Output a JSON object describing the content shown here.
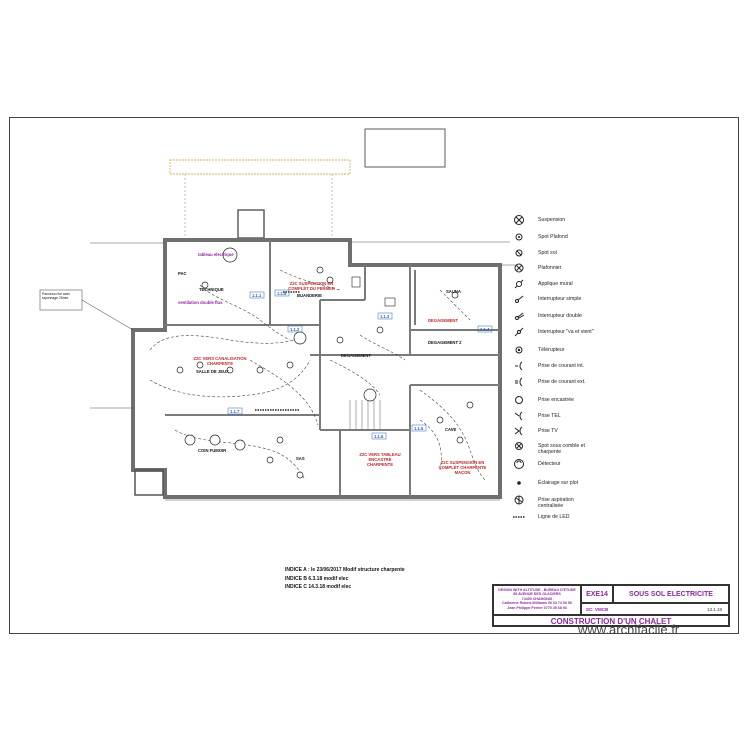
{
  "rooms": {
    "tableau": "tableau electrique",
    "pac": "PAC",
    "technique": "TECHNIQUE",
    "ventilation": "ventilation double flux",
    "buanderie": "BUANDERIE",
    "buanderie_note": "Z2C SUSPENSION EN COMPLÉT DU FERMER",
    "sauna": "SAUNA",
    "degagement1": "DEGAGEMENT",
    "degagement2": "DEGAGEMENT 2",
    "salle_de_jeux": "SALLE DE JEUX",
    "salle_note": "Z2C VERS CANALISATION CHARPENTE",
    "coin_fumoir": "COIN FUMOIR",
    "sas": "SAS",
    "cave": "CAVE",
    "cave_note": "Z2C SUSPENSION EN COMPLÉT CHARPENTE MAÇON",
    "sas_note": "Z2C VERS TABLEAU ENCASTRÉ CHARPENTE",
    "wall_note": "Panneau rive avec rayonnage 25mm"
  },
  "circuit_tags": [
    "1.1.1",
    "1.1.2",
    "1.1.3",
    "1.1.4",
    "1.1.5",
    "1.1.6",
    "1.1.7",
    "1.1.8"
  ],
  "legend": [
    {
      "icon": "suspension-icon",
      "label": "Suspension"
    },
    {
      "icon": "spot-plafond-icon",
      "label": "Spot Plafond"
    },
    {
      "icon": "spot-sol-icon",
      "label": "Spot sol"
    },
    {
      "icon": "plafonnier-icon",
      "label": "Plafonnier"
    },
    {
      "icon": "applique-icon",
      "label": "Applique mural"
    },
    {
      "icon": "interrupteur-simple-icon",
      "label": "Interrupteur simple"
    },
    {
      "icon": "interrupteur-double-icon",
      "label": "Interrupteur double"
    },
    {
      "icon": "va-et-vient-icon",
      "label": "Interrupteur \"va et vient\""
    },
    {
      "icon": "telerupteur-icon",
      "label": "Télérupteur"
    },
    {
      "icon": "prise-int-icon",
      "label": "Prise de courant int."
    },
    {
      "icon": "prise-ext-icon",
      "label": "Prise de courant ext."
    },
    {
      "icon": "prise-encastree-icon",
      "label": "Prise encastrée"
    },
    {
      "icon": "prise-tel-icon",
      "label": "Prise TEL"
    },
    {
      "icon": "prise-tv-icon",
      "label": "Prise TV"
    },
    {
      "icon": "spot-comble-icon",
      "label": "Spot sous comble et charpente"
    },
    {
      "icon": "detecteur-icon",
      "label": "Détecteur"
    },
    {
      "icon": "eclairage-plot-icon",
      "label": "Éclairage sur plot"
    },
    {
      "icon": "prise-aspiration-icon",
      "label": "Prise aspiration centralisée"
    },
    {
      "icon": "ligne-led-icon",
      "label": "Ligne de LED"
    }
  ],
  "indices": [
    "INDICE A : le 23/06/2017 Modif structure charpente",
    "INDICE B 6.3.18 modif elec",
    "INDICE C 14.3.18 modif elec"
  ],
  "title_block": {
    "architect": "DESIGN WITH ALTITUDE - BUREAU D'ETUDE",
    "address": "89 AVENUE DES GLACIERS",
    "city": "74400 CHAMONIX",
    "contact1": "Catherine Robert-Williams 06 63 74 93 56",
    "contact2": "Jean Philippe Ferrier 0770 45 68 93",
    "code": "EXE14",
    "title": "SOUS SOL ELECTRICITE",
    "scale": "SC: VMCB",
    "date": "13.1.18",
    "project": "CONSTRUCTION D'UN CHALET"
  },
  "watermark": "www.archifacile.fr",
  "colors": {
    "walls": "#6f6f6f",
    "wiring": "#444444",
    "annotation_red": "#c0262b",
    "annotation_purple": "#8a2a9a",
    "circuit_blue": "#2a63b8",
    "terrace_yellow": "#d8b25a"
  }
}
